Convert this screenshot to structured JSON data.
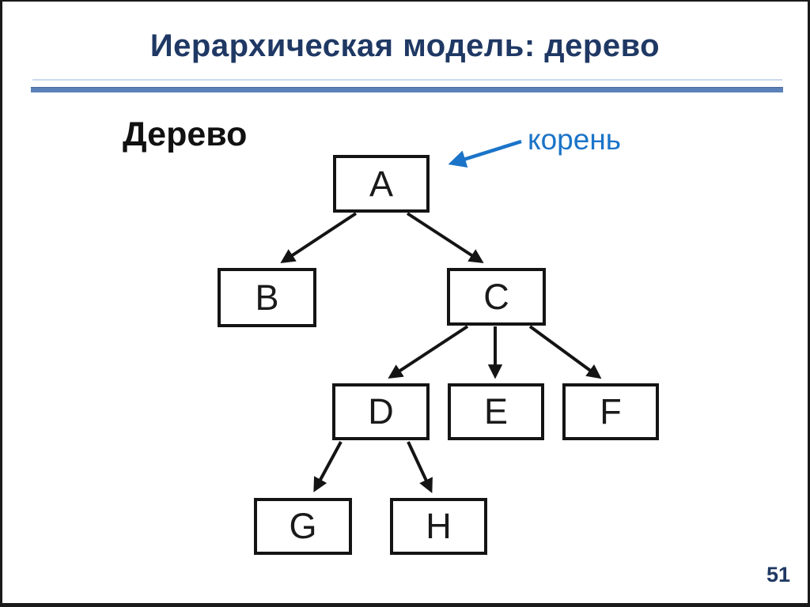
{
  "slide": {
    "title": "Иерархическая модель: дерево",
    "page_number": "51"
  },
  "diagram": {
    "heading": "Дерево",
    "root_annotation": "корень",
    "annotation_points_to": "A",
    "nodes": [
      {
        "id": "A",
        "label": "A"
      },
      {
        "id": "B",
        "label": "B"
      },
      {
        "id": "C",
        "label": "C"
      },
      {
        "id": "D",
        "label": "D"
      },
      {
        "id": "E",
        "label": "E"
      },
      {
        "id": "F",
        "label": "F"
      },
      {
        "id": "G",
        "label": "G"
      },
      {
        "id": "H",
        "label": "H"
      }
    ],
    "edges": [
      {
        "from": "A",
        "to": "B"
      },
      {
        "from": "A",
        "to": "C"
      },
      {
        "from": "C",
        "to": "D"
      },
      {
        "from": "C",
        "to": "E"
      },
      {
        "from": "C",
        "to": "F"
      },
      {
        "from": "D",
        "to": "G"
      },
      {
        "from": "D",
        "to": "H"
      }
    ]
  },
  "colors": {
    "title": "#1f3864",
    "title_rule": "#5b81b8",
    "diagram_lines": "#141414",
    "annotation_blue": "#1b74c8",
    "page_number": "#1f3864",
    "frame_border": "#1a1a1a"
  }
}
